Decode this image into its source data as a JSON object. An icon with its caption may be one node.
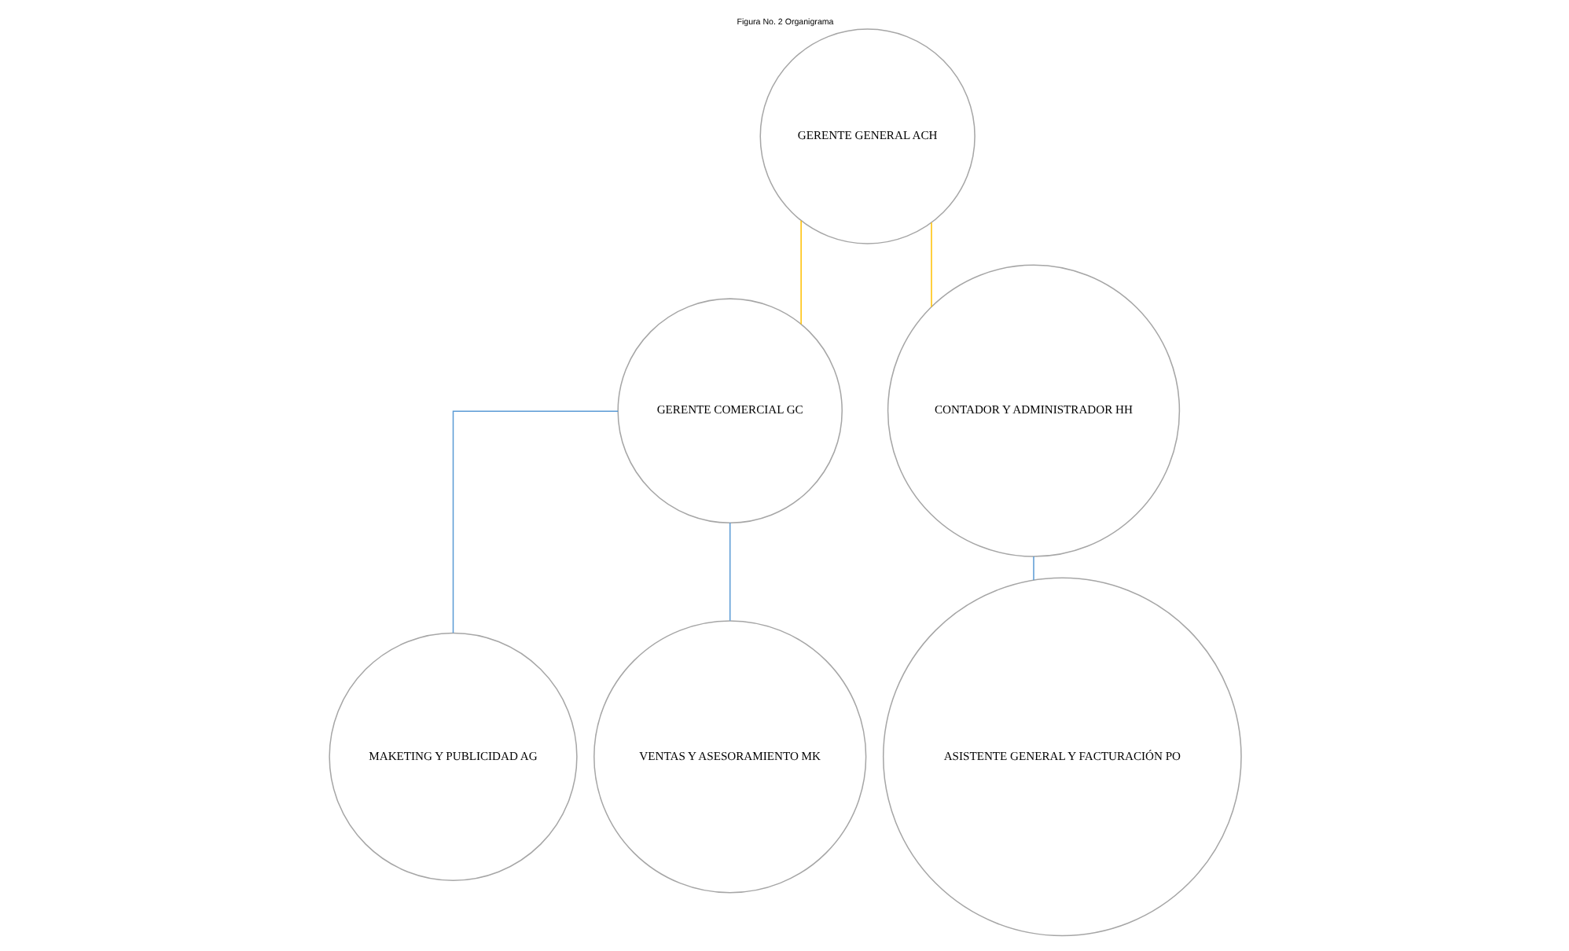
{
  "diagram": {
    "title": "Figura No. 2 Organigrama",
    "nodes": [
      {
        "text": [
          "GERENTE GENERAL ACH"
        ]
      },
      {
        "text": [
          "GERENTE COMERCIAL GC"
        ]
      },
      {
        "text": [
          "CONTADOR Y ADMINISTRADOR HH"
        ]
      },
      {
        "text": [
          "MAKETING Y PUBLICIDAD AG"
        ]
      },
      {
        "text": [
          "VENTAS Y ASESORAMIENTO MK"
        ]
      },
      {
        "text": [
          "ASISTENTE GENERAL Y FACTURACIÓN PO"
        ]
      }
    ],
    "edges": [
      {
        "from": 0,
        "to": 1,
        "arrow": "none",
        "color": "#ffc000"
      },
      {
        "from": 0,
        "to": 2,
        "arrow": "none",
        "color": "#ffc000"
      },
      {
        "from": 1,
        "to": 3,
        "arrow": "none"
      },
      {
        "from": 1,
        "to": 4,
        "arrow": "none"
      },
      {
        "from": 2,
        "to": 5,
        "arrow": "none"
      }
    ]
  }
}
